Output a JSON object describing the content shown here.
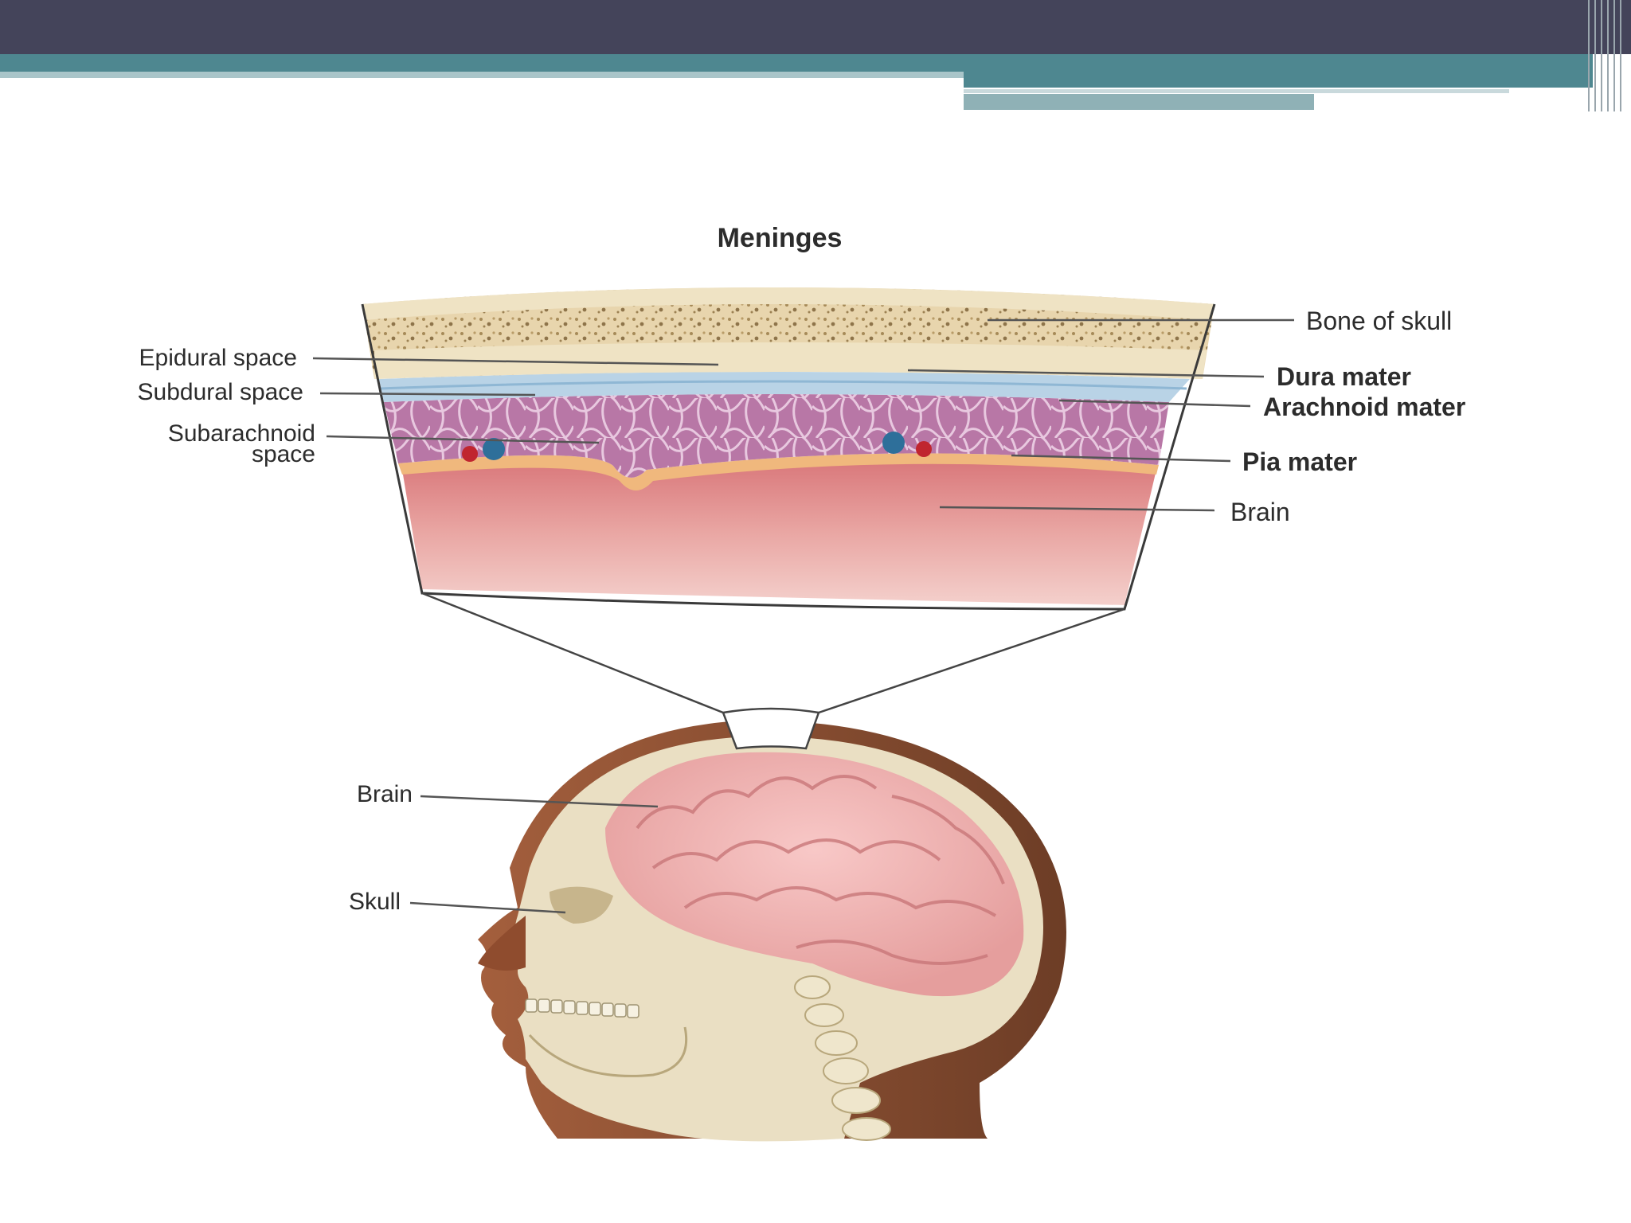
{
  "diagram": {
    "title": "Meninges",
    "labels": {
      "bone_of_skull": "Bone of skull",
      "dura_mater": "Dura mater",
      "arachnoid_mater": "Arachnoid mater",
      "pia_mater": "Pia mater",
      "brain_cross_section": "Brain",
      "epidural_space": "Epidural space",
      "subdural_space": "Subdural space",
      "subarachnoid_space_line1": "Subarachnoid",
      "subarachnoid_space_line2": "space",
      "brain_head": "Brain",
      "skull_head": "Skull"
    }
  },
  "colors": {
    "header_bar": "#44445a",
    "header_teal": "#4e8790",
    "bone": "#efe3c4",
    "dura": "#b9d3e6",
    "arachnoid": "#b877a6",
    "pia": "#f0b87d",
    "brain": "#e29a97"
  }
}
